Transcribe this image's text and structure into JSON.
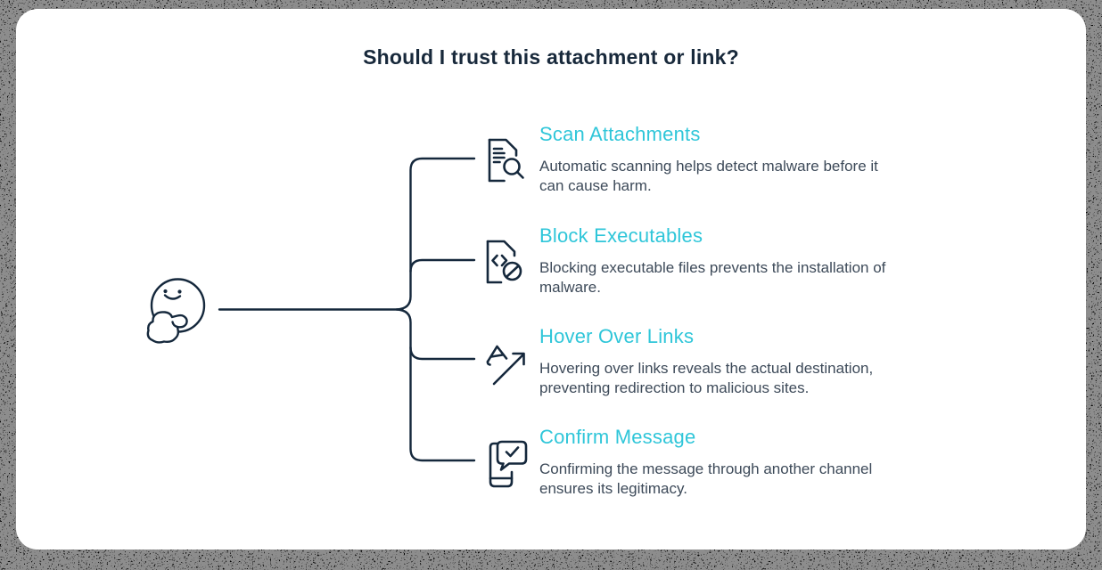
{
  "title": "Should I trust this attachment or link?",
  "figure": {
    "left_icon": "thinking-face-icon",
    "connector_style": "curly-bracket-mindmap"
  },
  "colors": {
    "accent_cyan": "#2FC6D9",
    "line_navy": "#15283C",
    "body_text": "#3D4A59",
    "card_background": "#FFFFFF",
    "frame_background": "#000000"
  },
  "items": [
    {
      "icon": "scan-document-icon",
      "title": "Scan Attachments",
      "description": "Automatic scanning helps detect malware before it\ncan cause harm."
    },
    {
      "icon": "blocked-executable-icon",
      "title": "Block Executables",
      "description": "Blocking executable files prevents the installation of\nmalware."
    },
    {
      "icon": "hover-cursor-icon",
      "title": "Hover Over Links",
      "description": "Hovering over links reveals the actual destination,\npreventing redirection to malicious sites."
    },
    {
      "icon": "confirm-message-icon",
      "title": "Confirm Message",
      "description": "Confirming the message through another channel\nensures its legitimacy."
    }
  ]
}
